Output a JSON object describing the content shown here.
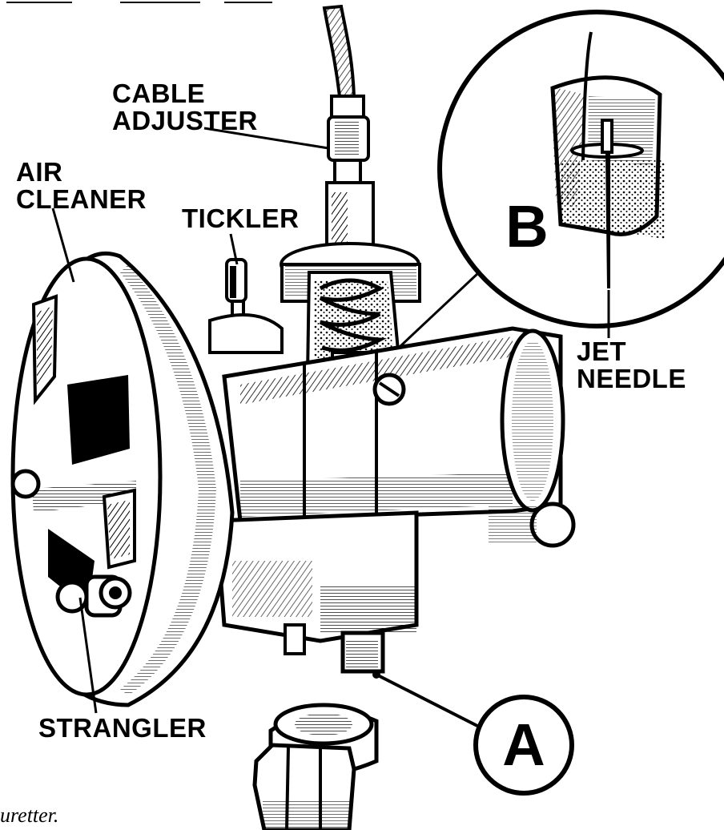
{
  "labels": {
    "cable_adjuster": [
      "CABLE",
      "ADJUSTER"
    ],
    "air_cleaner": [
      "AIR",
      "CLEANER"
    ],
    "tickler": "TICKLER",
    "jet_needle": [
      "JET",
      "NEEDLE"
    ],
    "strangler": "STRANGLER"
  },
  "callouts": {
    "a": "A",
    "b": "B"
  },
  "caption_fragment": "uretter."
}
